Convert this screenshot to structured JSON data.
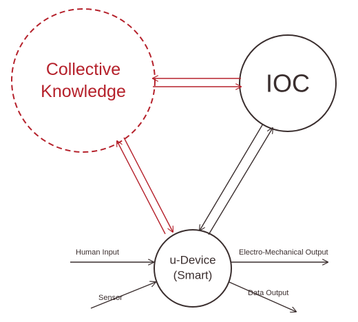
{
  "colors": {
    "accent": "#b5212b",
    "ink": "#3a2e2e"
  },
  "nodes": {
    "collective_knowledge": {
      "line1": "Collective",
      "line2": "Knowledge"
    },
    "ioc": {
      "label": "IOC"
    },
    "u_device": {
      "line1": "u-Device",
      "line2": "(Smart)"
    }
  },
  "io": {
    "human_input": "Human Input",
    "sensor": "Sensor",
    "electro_mechanical_output": "Electro-Mechanical Output",
    "data_output": "Data Output"
  }
}
